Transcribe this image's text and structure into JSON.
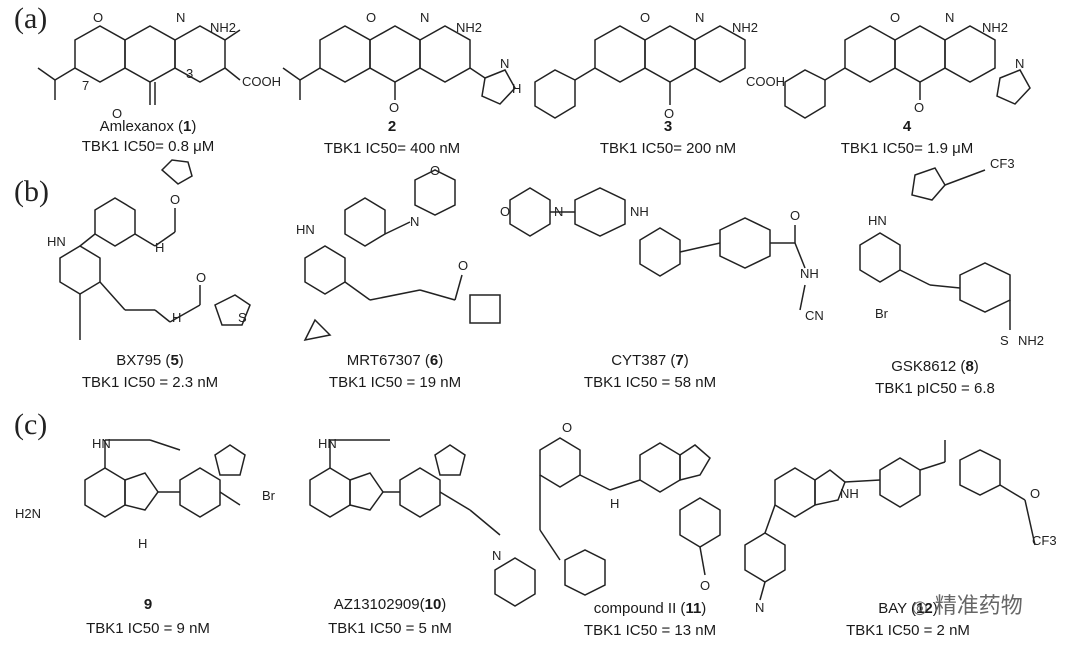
{
  "panels": [
    {
      "letter": "(a)"
    },
    {
      "letter": "(b)"
    },
    {
      "letter": "(c)"
    }
  ],
  "compounds": [
    {
      "name": "Amlexanox",
      "num": "1",
      "activity": "TBK1 IC50= 0.8 μM"
    },
    {
      "name": "",
      "num": "2",
      "activity": "TBK1 IC50= 400 nM"
    },
    {
      "name": "",
      "num": "3",
      "activity": "TBK1 IC50= 200 nM"
    },
    {
      "name": "",
      "num": "4",
      "activity": "TBK1 IC50= 1.9 μM"
    },
    {
      "name": "BX795",
      "num": "5",
      "activity": "TBK1 IC50 = 2.3 nM"
    },
    {
      "name": "MRT67307",
      "num": "6",
      "activity": "TBK1 IC50 = 19 nM"
    },
    {
      "name": "CYT387",
      "num": "7",
      "activity": "TBK1 IC50 = 58 nM"
    },
    {
      "name": "GSK8612",
      "num": "8",
      "activity": "TBK1 pIC50 = 6.8"
    },
    {
      "name": "",
      "num": "9",
      "activity": "TBK1 IC50 = 9 nM"
    },
    {
      "name": "AZ13102909",
      "num": "10",
      "activity": "TBK1 IC50 = 5 nM"
    },
    {
      "name": "compound II",
      "num": "11",
      "activity": "TBK1 IC50 = 13 nM"
    },
    {
      "name": "BAY",
      "num": "12",
      "activity": "TBK1 IC50 = 2 nM"
    }
  ],
  "atom_labels": {
    "nh2": "NH2",
    "cooh": "COOH",
    "o": "O",
    "n": "N",
    "nh": "NH",
    "h": "H",
    "hn": "HN",
    "br": "Br",
    "cf3": "CF3",
    "cn": "CN",
    "s": "S",
    "h2n": "H2N",
    "n7": "7",
    "n3": "3"
  },
  "watermark": "精准药物"
}
